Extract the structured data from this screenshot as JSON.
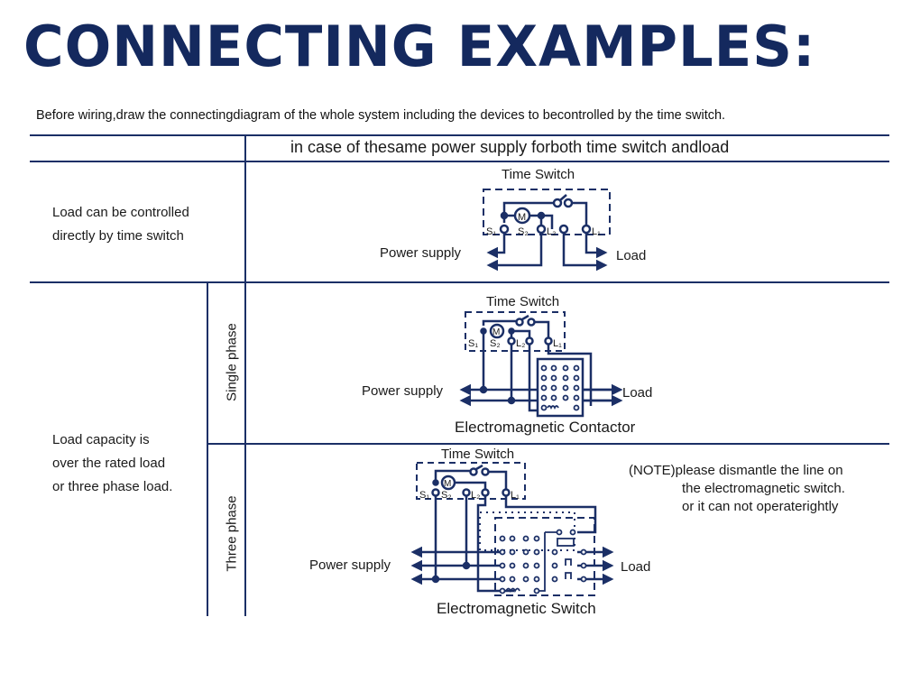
{
  "title": "CONNECTING EXAMPLES:",
  "intro": "Before wiring,draw the connectingdiagram of the whole system  including the devices to becontrolled by the time switch.",
  "table": {
    "header": "in case of thesame power supply forboth time switch andload",
    "rows": [
      {
        "description_lines": [
          "Load can be controlled",
          "directly by time switch"
        ],
        "diagram": {
          "device": "Time Switch",
          "terminals": [
            "S1",
            "S2",
            "L2",
            "L1"
          ],
          "motor": "M",
          "left_label": "Power supply",
          "right_label": "Load"
        }
      },
      {
        "description_lines": [
          "Load capacity is",
          "over the rated load",
          "or three phase load."
        ],
        "sub_rows": [
          {
            "phase": "Single phase",
            "diagram": {
              "device": "Time Switch",
              "terminals": [
                "S1",
                "S2",
                "L2",
                "L1"
              ],
              "motor": "M",
              "left_label": "Power supply",
              "right_label": "Load",
              "bottom_label": "Electromagnetic Contactor"
            }
          },
          {
            "phase": "Three phase",
            "diagram": {
              "device": "Time Switch",
              "terminals": [
                "S1",
                "S2",
                "L2",
                "L1"
              ],
              "motor": "M",
              "left_label": "Power supply",
              "right_label": "Load",
              "bottom_label": "Electromagnetic Switch"
            },
            "note_lines": [
              "(NOTE)please dismantle the line on",
              "the electromagnetic switch.",
              "or it can not operaterightly"
            ]
          }
        ]
      }
    ]
  },
  "colors": {
    "primary": "#14295e",
    "line": "#1b2f66",
    "text": "#1a1a1a"
  }
}
